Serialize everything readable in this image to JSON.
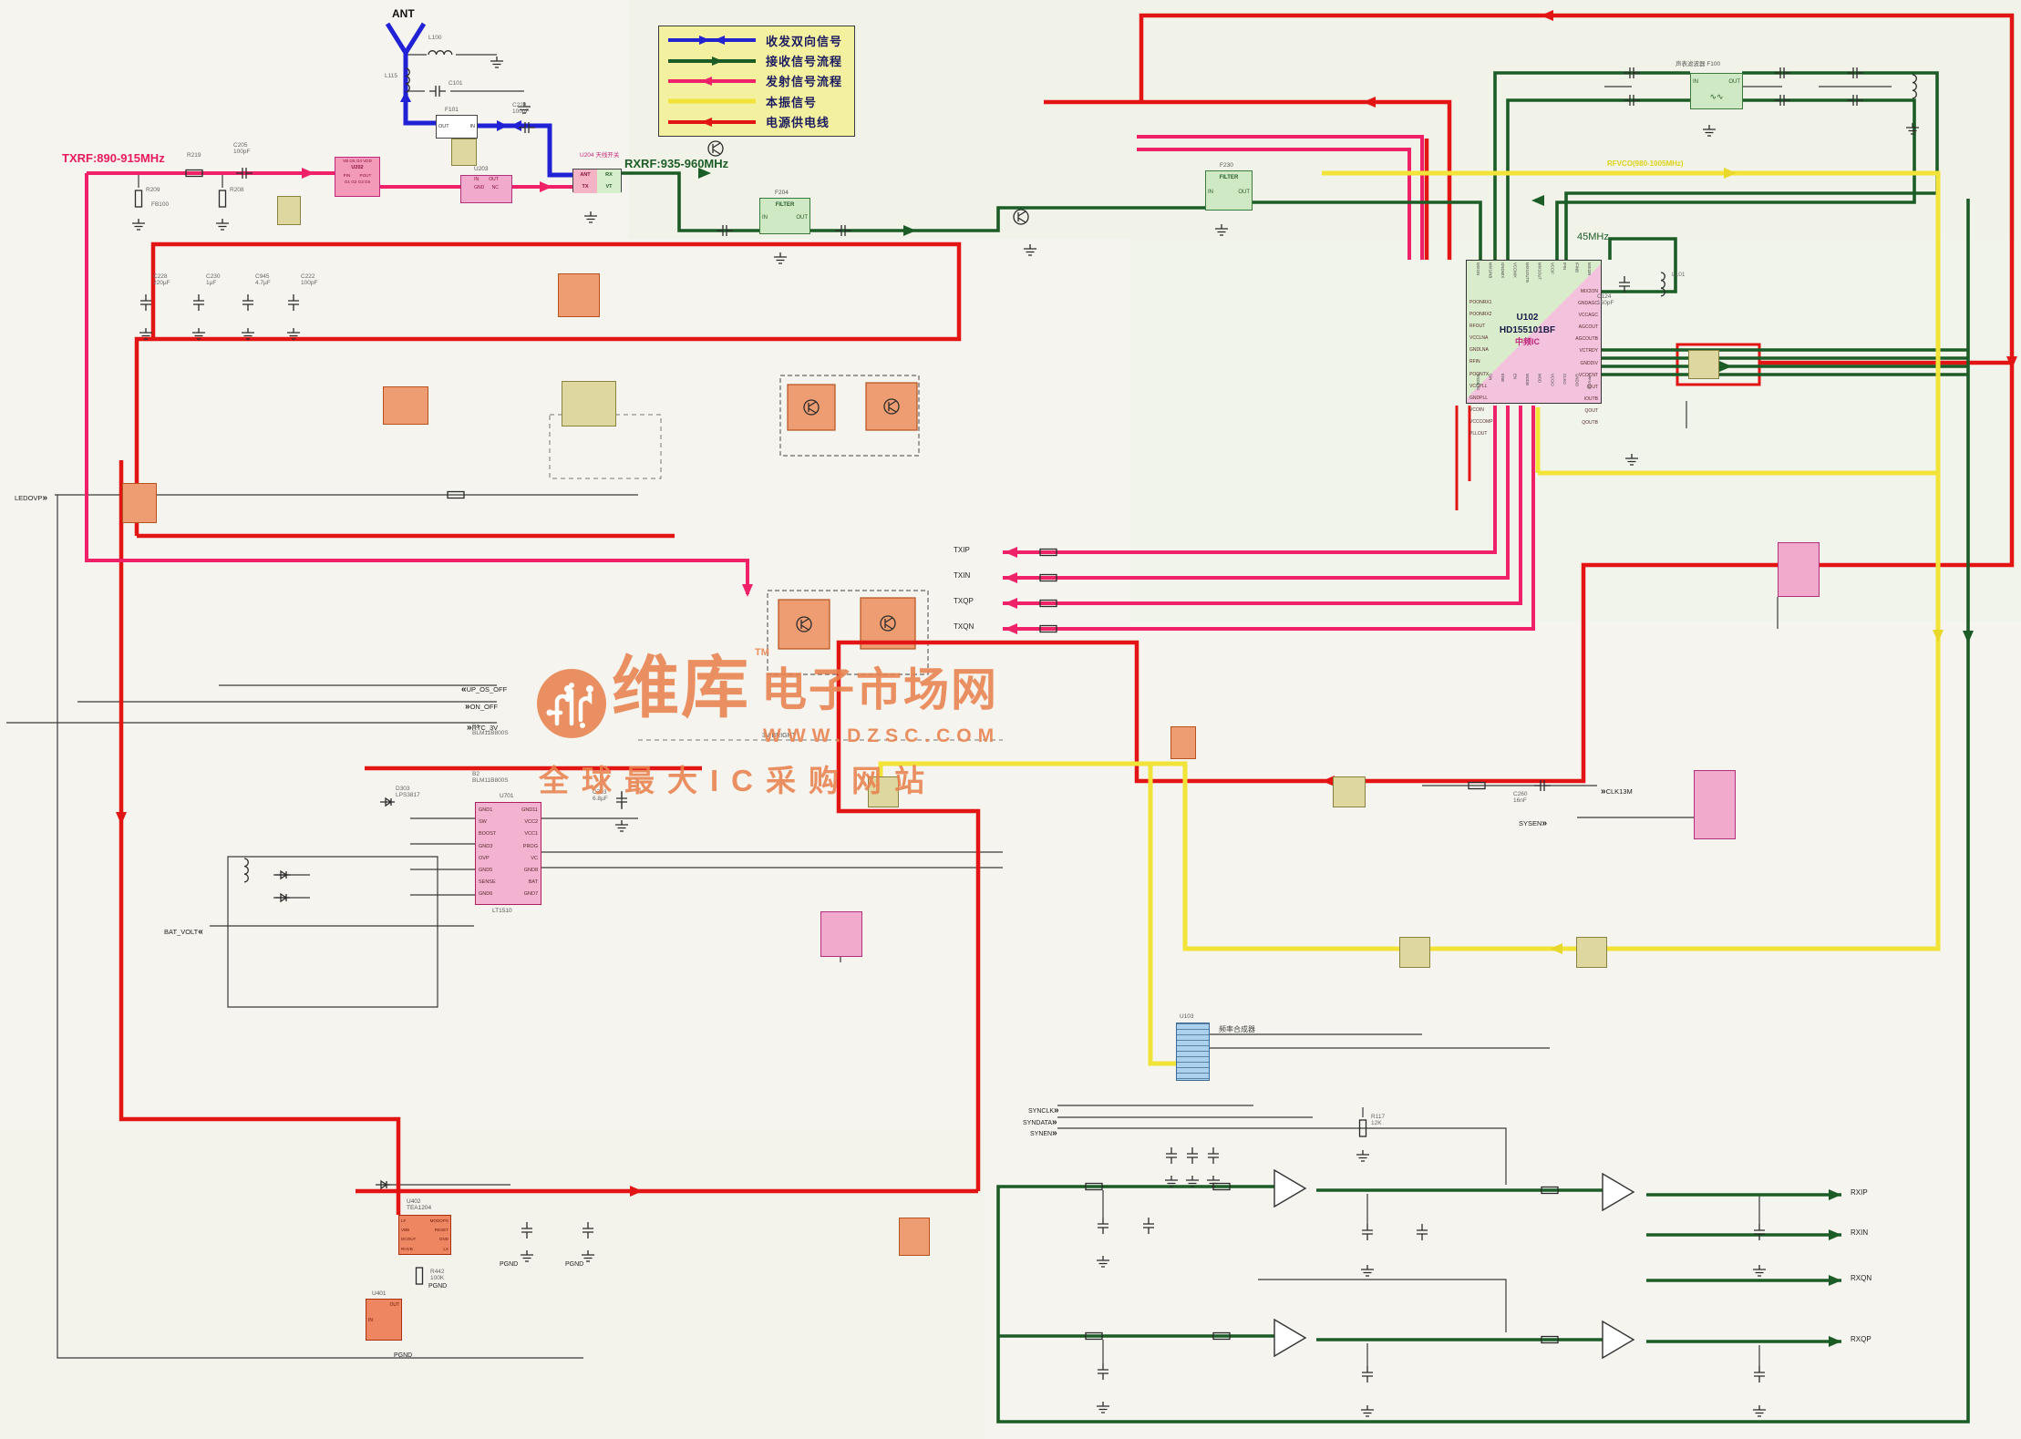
{
  "legend": {
    "items": [
      {
        "label": "收发双向信号",
        "color": "#2323cf",
        "style": "bidirectional"
      },
      {
        "label": "接收信号流程",
        "color": "#1c5c26",
        "style": "arrow-right"
      },
      {
        "label": "发射信号流程",
        "color": "#ef2168",
        "style": "arrow-left"
      },
      {
        "label": "本振信号",
        "color": "#f2e338",
        "style": "plain"
      },
      {
        "label": "电源供电线",
        "color": "#e31414",
        "style": "arrow-left"
      }
    ]
  },
  "watermark": {
    "brand": "维库",
    "tm": "TM",
    "suffix": "电子市场网",
    "url": "WWW.DZSC.COM",
    "slogan": "全球最大IC采购网站",
    "color": "#e9824e"
  },
  "icons": {
    "chev_r": "»",
    "chev_l": "«"
  },
  "net_labels": {
    "txrf": "TXRF:890-915MHz",
    "rxrf": "RXRF:935-960MHz",
    "if_freq": "45MHz",
    "rfvco": "RFVCO(980-1005MHz)",
    "ant": "ANT",
    "bright": "3V BRIGHT",
    "clk13m": "CLK13M",
    "sysen": "SYSEN",
    "synclk": "SYNCLK",
    "syndata": "SYNDATA",
    "synen": "SYNEN",
    "up_os_off": "UP_OS_OFF",
    "on_off": "ON_OFF",
    "rtc_3v": "RTC_3V",
    "bat_volt": "BAT_VOLT",
    "ledovp": "LEDOVP",
    "rxip": "RXIP",
    "rxin": "RXIN",
    "rxqn": "RXQN",
    "rxqp": "RXQP",
    "txip": "TXIP",
    "txin": "TXIN",
    "txqp": "TXQP",
    "txqn": "TXQN",
    "pgnd": "PGND"
  },
  "ics": {
    "u102": {
      "ref": "U102",
      "part": "HD155101BF",
      "desc": "中频IC",
      "left_pins": "POONRX1\nPOONRX2\nRFOUT\nVCCLNA\nGNDLNA\nRFIN\nPOONTX\nVCCPLL\nGNDPLL\nVCOIN\nVCCCOMP\nPLLOUT",
      "right_pins": "MIX2ON\nGNDAGC\nVCCAGC\nAGCOUT\nAGCOUTB\nVCTRDY\nGNDDIV\nVCOCNT\nIOUT\nIOUTB\nQOUT\nQOUTB",
      "top_pins": [
        "MIX1IN",
        "MIX1INB",
        "GNDMIX",
        "VCCMIX",
        "MIX1OUTB",
        "MIX1OUT",
        "VCCIF",
        "IFIN",
        "IFINB",
        "MIX2IN"
      ],
      "bottom_pins": [
        "GNDBAD",
        "DIN",
        "ENB",
        "EN",
        "MODB",
        "MOD",
        "VCCIO",
        "CLKO",
        "GNDIO",
        "LPFVCO"
      ]
    },
    "u202": {
      "ref": "U202",
      "row1": "VB G5 G4 VDD",
      "row2": "PIN        POUT",
      "row3": "G1 G2 G3 G6"
    },
    "u203": {
      "ref": "U203",
      "row1": "IN        OUT",
      "row2": "GND      NC"
    },
    "u204": {
      "ref": "U204",
      "desc": "天线开关",
      "c1": "ANT",
      "c2": "RX",
      "c3": "TX",
      "c4": "VT"
    },
    "f204": {
      "ref": "F204",
      "name": "FILTER",
      "pin_in": "IN",
      "pin_out": "OUT"
    },
    "f230": {
      "ref": "F230",
      "name": "FILTER",
      "pin_in": "IN",
      "pin_out": "OUT"
    },
    "f100": {
      "ref": "F100",
      "desc": "声表滤波器",
      "pin_in": "IN",
      "pin_out": "OUT"
    },
    "f101": {
      "ref": "F101",
      "pin_in": "IN",
      "pin_out": "OUT"
    },
    "u701": {
      "ref": "U701",
      "part": "LT1510",
      "left_pins": "GND1\nSW\nBOOST\nGND3\nOVP\nGND5\nSENSE\nGND6",
      "right_pins": "GND11\nVCC2\nVCC1\nPROG\nVC\nGND8\nBAT\nGND7"
    },
    "u402": {
      "ref": "U402",
      "part": "TEA1204",
      "left_pins": "LF\nVBB\nDCOUT\nRHVB",
      "right_pins": "MODOPS\nRESET\nGND\nLX"
    },
    "u401": {
      "ref": "U401",
      "pin_out": "OUT",
      "pin_in": "IN"
    },
    "u103": {
      "ref": "U103",
      "desc": "频率合成器"
    }
  },
  "parts": [
    {
      "text": "R219"
    },
    {
      "text": "C205\n100pF"
    },
    {
      "text": "R209"
    },
    {
      "text": "R208"
    },
    {
      "text": "FB100"
    },
    {
      "text": "C228\n220μF"
    },
    {
      "text": "C230\n1μF"
    },
    {
      "text": "C945\n4.7μF"
    },
    {
      "text": "C222\n100pF"
    },
    {
      "text": "C223\n100pF"
    },
    {
      "text": "L115"
    },
    {
      "text": "L100"
    },
    {
      "text": "C101"
    },
    {
      "text": "C124\n150pF"
    },
    {
      "text": "L101"
    },
    {
      "text": "B1\nBLM11B800S"
    },
    {
      "text": "B2\nBLM11B800S"
    },
    {
      "text": "R442\n100K"
    },
    {
      "text": "D303\nLPS3817"
    },
    {
      "text": "C703\n6.8μF"
    },
    {
      "text": "R117\n12K"
    },
    {
      "text": "C260\n16nF"
    }
  ]
}
